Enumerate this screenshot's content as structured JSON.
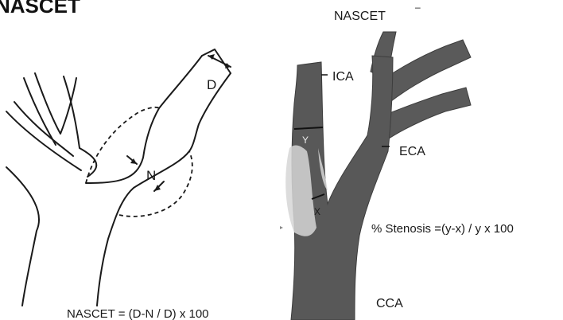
{
  "left_panel": {
    "title": "NASCET",
    "label_d": "D",
    "label_n": "N",
    "formula": "NASCET = (D-N / D) x 100"
  },
  "right_panel": {
    "heading": "NASCET",
    "heading_superscript": "–",
    "label_ica": "ICA",
    "label_eca": "ECA",
    "label_cca": "CCA",
    "label_y": "Y",
    "label_x": "X",
    "formula": "% Stenosis =(y-x) / y x 100"
  },
  "colors": {
    "vessel_fill": "#575757",
    "vessel_edge": "#3d3d3d",
    "plaque": "#d4d4d4",
    "line": "#1a1a1a",
    "background": "#ffffff"
  }
}
